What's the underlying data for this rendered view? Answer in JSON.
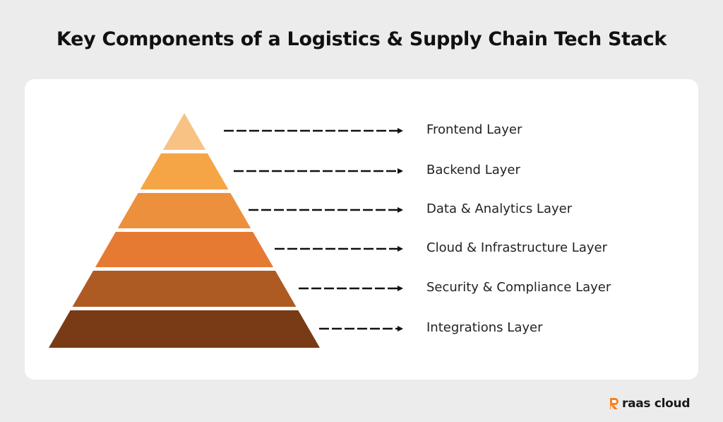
{
  "title": "Key Components of a Logistics & Supply Chain Tech Stack",
  "layers": [
    {
      "label": "Frontend Layer",
      "color": "#f8c285"
    },
    {
      "label": "Backend Layer",
      "color": "#f5a545"
    },
    {
      "label": "Data & Analytics Layer",
      "color": "#ed903d"
    },
    {
      "label": "Cloud & Infrastructure Layer",
      "color": "#e77a33"
    },
    {
      "label": "Security & Compliance Layer",
      "color": "#ae5a23"
    },
    {
      "label": "Integrations Layer",
      "color": "#783b16"
    }
  ],
  "logo": {
    "text": "raas cloud",
    "icon": "r-logo-icon",
    "accent": "#f58220"
  }
}
